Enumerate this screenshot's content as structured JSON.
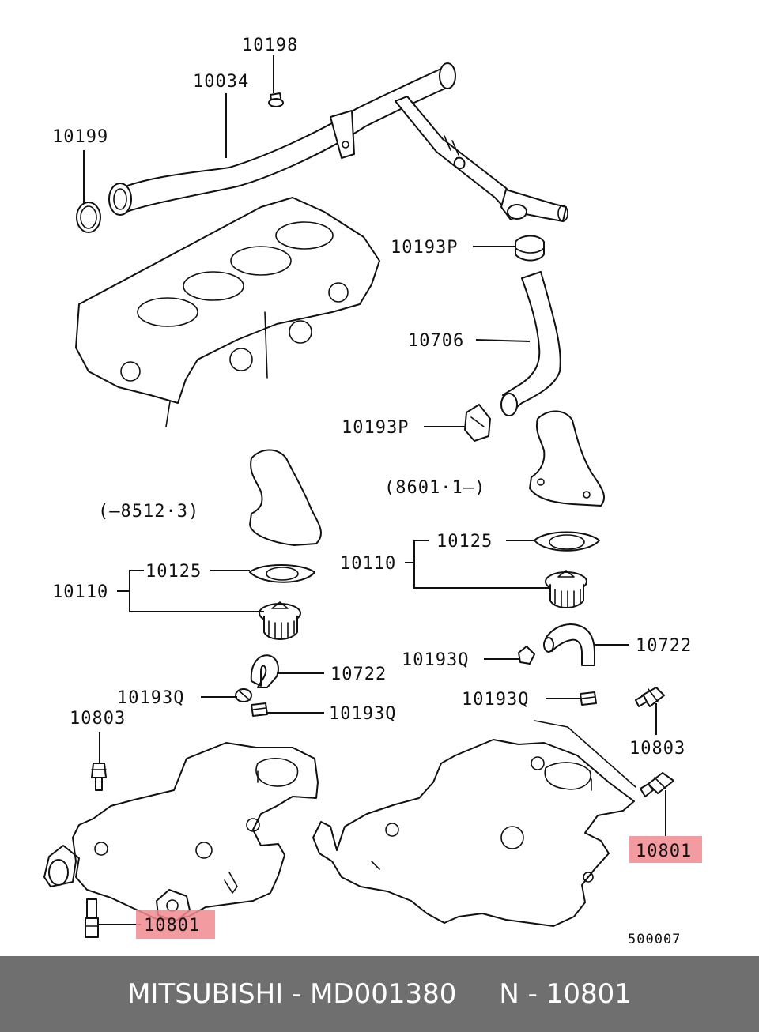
{
  "labels": {
    "p10198": "10198",
    "p10034": "10034",
    "p10199": "10199",
    "p10193P_a": "10193P",
    "p10706": "10706",
    "p10193P_b": "10193P",
    "date_late": "(8601·1–)",
    "date_early": "(–8512·3)",
    "p10125_left": "10125",
    "p10110_left": "10110",
    "p10125_right": "10125",
    "p10110_right": "10110",
    "p10722_right": "10722",
    "p10193Q_a": "10193Q",
    "p10722_left": "10722",
    "p10193Q_b": "10193Q",
    "p10193Q_c": "10193Q",
    "p10193Q_d": "10193Q",
    "p10803_left": "10803",
    "p10803_right": "10803",
    "p10801_left": "10801",
    "p10801_right": "10801",
    "figure_code": "500007"
  },
  "highlight_color": "#f08a8f",
  "footer": {
    "text": "MITSUBISHI - MD001380     N - 10801",
    "background": "#6f6f6f"
  }
}
